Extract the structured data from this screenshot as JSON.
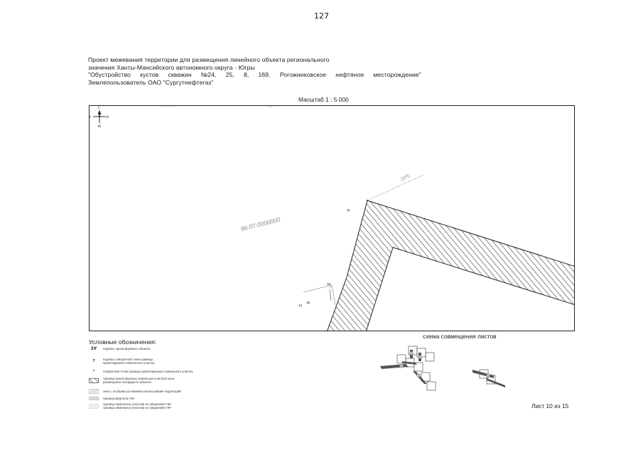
{
  "page_number": "127",
  "header": {
    "line1": "Проект межевания территории для размещения линейного объекта регионального",
    "line2": "значения Ханты-Мансийского автономного округа - Югры",
    "line3_words": [
      "\"Обустройство",
      "кустов",
      "скважин",
      "№24,",
      "25,",
      "8,",
      "169.",
      "Рогожниковское",
      "нефтяное",
      "месторождение\""
    ],
    "line4": "Землепользователь ОАО \"Сургутнефтегаз\""
  },
  "scale_label": "Масштаб 1 : 5 000",
  "map": {
    "cadastral_label": "86:07:0000000",
    "zu_label": ":ЗУ5",
    "points": [
      "11",
      "14",
      "15",
      "16"
    ],
    "compass_labels": [
      "С",
      "З",
      "В",
      "Ю"
    ]
  },
  "legend": {
    "title": "Условные обозначения:",
    "items": [
      {
        "symbol": "ЗУ",
        "text": "подпись проектируемого объекта"
      },
      {
        "symbol": "7",
        "text": "подпись поворотной точки границы проектируемого земельного участка"
      },
      {
        "symbol": "•",
        "text": "поворотная точка границы проектируемого земельного участка"
      },
      {
        "symbol": "hatch",
        "text": "граница проектируемых земельных участков зона размещения площадного объекта"
      },
      {
        "symbol": "hatch-light",
        "text": "зона с особыми условиями использования территорий"
      },
      {
        "symbol": "line",
        "text": "граница квартала ГКН"
      },
      {
        "symbol": "dots",
        "text": "границы земельных участков по сведениям ГКН границы земельных участков по сведениям ГЛР"
      }
    ]
  },
  "sheet_scheme_title": "схема совмещения листов",
  "sheet_label": "Лист 10 из 15",
  "colors": {
    "hatch": "#3a3a3a",
    "frame": "#222222",
    "gray_text": "#8c8c8c"
  }
}
